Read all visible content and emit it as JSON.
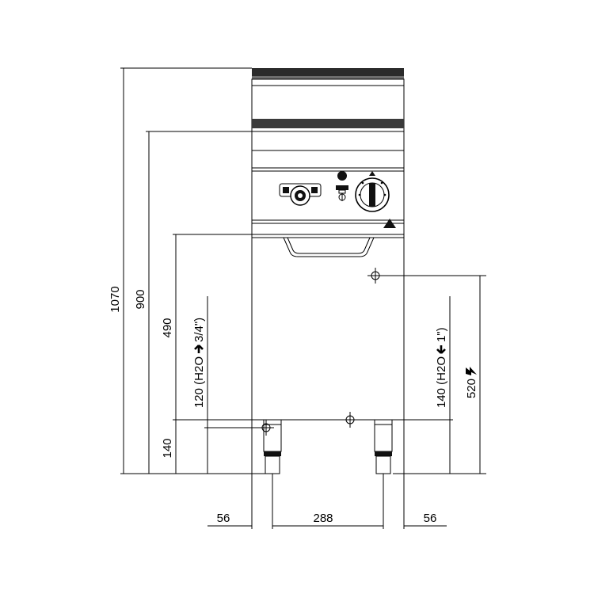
{
  "dimensions": {
    "total_height": "1070",
    "worktop_height": "900",
    "cabinet_height": "490",
    "foot_height": "140",
    "water_inlet": "120 (H2O",
    "water_inlet_arrow": "↑",
    "water_inlet_size": "3/4\")",
    "water_outlet": "140 (H2O",
    "water_outlet_arrow": "↓",
    "water_outlet_size": "1\")",
    "electric_height": "520",
    "electric_icon": "lightning-bolt",
    "side_left": "56",
    "feet_spacing": "288",
    "side_right": "56"
  }
}
